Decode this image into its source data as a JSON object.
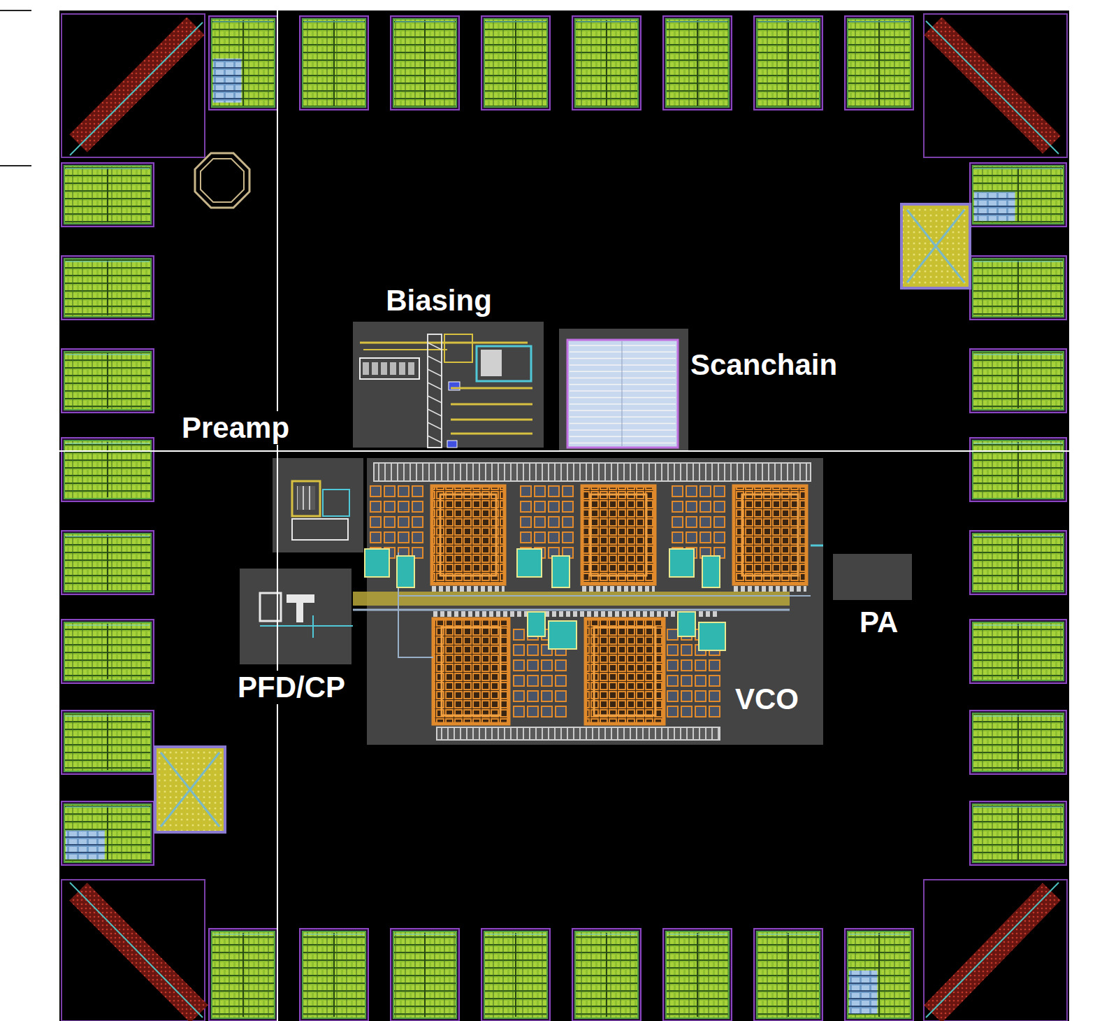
{
  "diagram": {
    "nodes": [
      {
        "text": [
          "Biasing"
        ]
      },
      {
        "text": [
          "Scanchain"
        ]
      },
      {
        "text": [
          "Preamp"
        ]
      },
      {
        "text": [
          "PA"
        ]
      },
      {
        "text": [
          "PFD/CP"
        ]
      },
      {
        "text": [
          "VCO"
        ]
      }
    ]
  }
}
